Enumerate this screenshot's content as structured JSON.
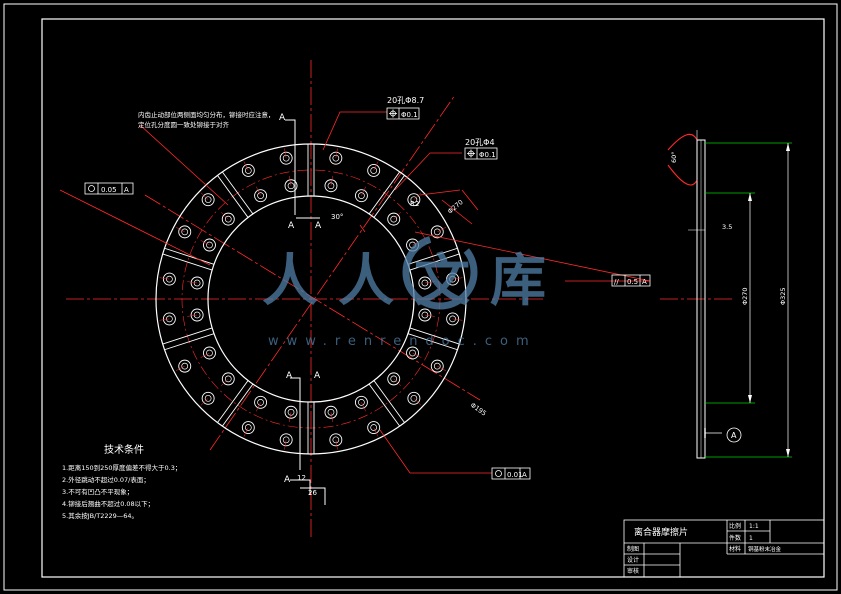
{
  "colors": {
    "background": "#000000",
    "outline": "#ffffff",
    "centerline": "#ff2a2a",
    "dimension": "#00d000",
    "watermark": "#4f7fa6"
  },
  "annotations": {
    "note_top": "内齿止动部位两侧面均匀分布，铆接时应注意，",
    "note_top2": "定位孔分度圆一致处铆接于对齐",
    "tol_left": "0.05",
    "tol_left_ref": "A",
    "hole_group_1": "20孔Φ8.7",
    "hole_group_1_tol": "Φ0.1",
    "hole_group_2": "20孔Φ4",
    "hole_group_2_tol": "Φ0.1",
    "radius_label": "R2",
    "dim_diag": "Φ270",
    "angle_label": "30°",
    "section_a": "A",
    "tol_right_sym": "//",
    "tol_right": "0.5",
    "tol_right_ref": "A",
    "dia_outer": "Φ195",
    "tol_bottom": "0.01",
    "tol_bottom_ref": "A",
    "dim_12": "12",
    "dim_26": "26"
  },
  "side_view": {
    "angle": "60°",
    "thickness": "3.5",
    "dia_inner": "Φ270",
    "dia_outer": "Φ325",
    "datum": "A"
  },
  "tech": {
    "title": "技术条件",
    "items": [
      "1.距离150到250厚度偏差不得大于0.3；",
      "2.外径跳动不超过0.07/表面；",
      "3.不可有凹凸不平现象；",
      "4.铆接后翘曲不超过0.08以下；",
      "5.其余按JB/T2229—64。"
    ]
  },
  "title_block": {
    "part_name": "离合器摩擦片",
    "scale_label": "比例",
    "scale_value": "1:1",
    "qty_label": "件数",
    "qty_value": "1",
    "material_label": "材料",
    "material_value": "铜基粉末冶金",
    "draw_label": "制图",
    "design_label": "设计",
    "review_label": "审核"
  },
  "watermark": {
    "text": "人人文库",
    "url": "www.renrendoc.com"
  }
}
